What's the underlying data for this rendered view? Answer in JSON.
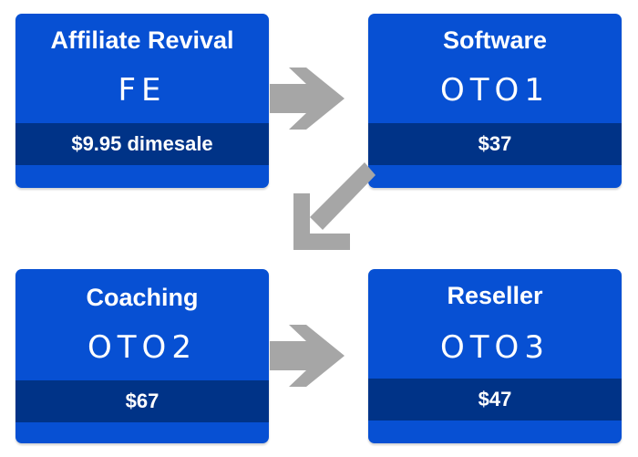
{
  "colors": {
    "card": "#0750d3",
    "band": "#003387",
    "arrow": "#a6a6a6",
    "text": "#ffffff"
  },
  "steps": [
    {
      "title": "Affiliate Revival",
      "code": "FE",
      "price": "$9.95 dimesale"
    },
    {
      "title": "Software",
      "code": "OTO1",
      "price": "$37"
    },
    {
      "title": "Coaching",
      "code": "OTO2",
      "price": "$67"
    },
    {
      "title": "Reseller",
      "code": "OTO3",
      "price": "$47"
    }
  ],
  "arrows": [
    {
      "icon": "arrow-right-icon"
    },
    {
      "icon": "arrow-down-left-icon"
    },
    {
      "icon": "arrow-right-icon"
    }
  ]
}
